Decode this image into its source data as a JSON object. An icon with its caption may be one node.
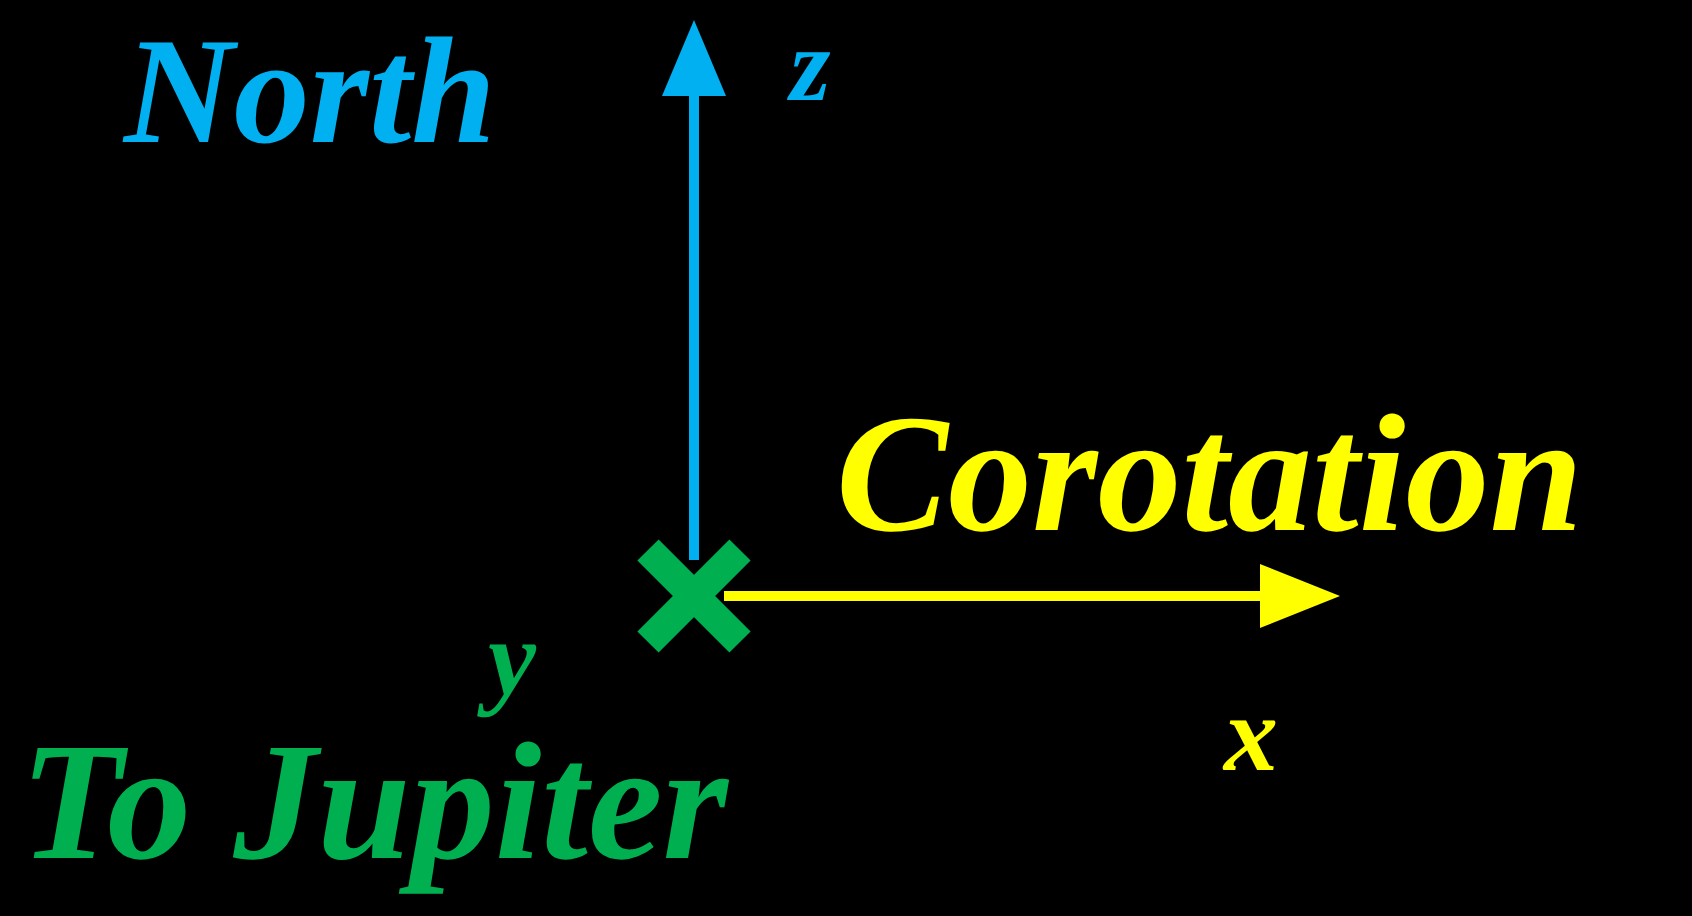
{
  "diagram": {
    "labels": [
      "North",
      "z",
      "Corotation",
      "y",
      "x",
      "To Jupiter"
    ]
  }
}
